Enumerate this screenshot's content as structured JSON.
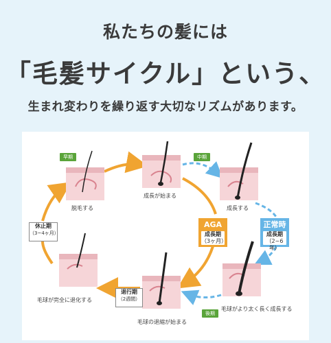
{
  "heading": {
    "line1": "私たちの髪には",
    "line2": "「毛髪サイクル」という、",
    "line3": "生まれ変わりを繰り返す大切なリズムがあります。"
  },
  "diagram": {
    "stages": {
      "early_tag": "早期",
      "mid_tag": "中期",
      "late_tag": "後期",
      "shed": "脱毛する",
      "growth_start": "成長が始まる",
      "growing": "成長する",
      "thick_growth": "毛球がより太く長く成長する",
      "decline_start": "毛球の退縮が始まる",
      "bulb_degenerate": "毛球が完全に退化する"
    },
    "phases": {
      "telogen_title": "休止期",
      "telogen_period": "（3~4ヶ月）",
      "catagen_title": "退行期",
      "catagen_period": "（2週間）"
    },
    "aga": {
      "label": "AGA",
      "phase": "成長期",
      "period": "（3ヶ月）"
    },
    "normal": {
      "label": "正常時",
      "phase": "成長期",
      "period": "（2~6年）"
    },
    "colors": {
      "orange": "#f0a431",
      "blue": "#66b5e6",
      "green": "#5aa43a",
      "skin": "#f6d5d8"
    }
  }
}
